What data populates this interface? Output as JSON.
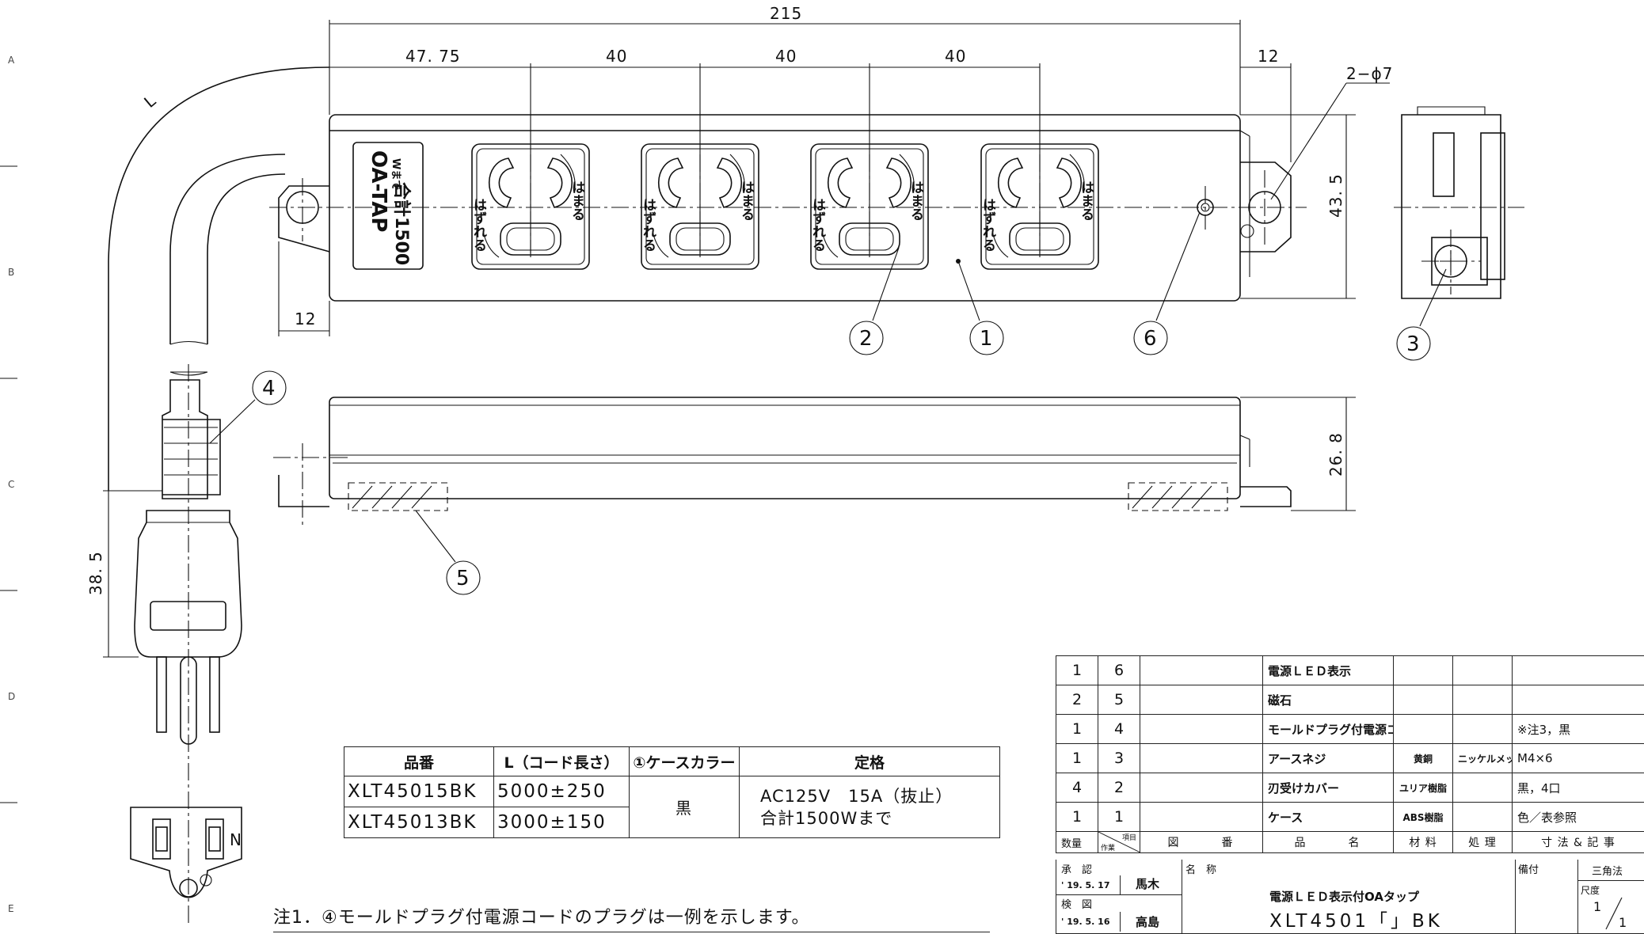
{
  "margin_labels": [
    "A",
    "B",
    "C",
    "D",
    "E"
  ],
  "dimensions": {
    "overall_length": "215",
    "first_pitch": "47. 75",
    "pitch_1": "40",
    "pitch_2": "40",
    "pitch_3": "40",
    "mount_offset": "12",
    "left_offset": "12",
    "hole_spec": "2−ϕ7",
    "height": "43. 5",
    "side_height": "26. 8",
    "plug_length": "38. 5",
    "cord_label": "L"
  },
  "product_label": {
    "brand": "OA-TAP",
    "rating": "合計1500",
    "suffix": "Wまで"
  },
  "outlet_text": {
    "left": "はずれる",
    "right": "はまる"
  },
  "plug_text": {
    "neutral": "N"
  },
  "balloons": [
    "1",
    "2",
    "3",
    "4",
    "5",
    "6"
  ],
  "spec_table": {
    "headers": [
      "品番",
      "L（コード長さ）",
      "①ケースカラー",
      "定格"
    ],
    "rows": [
      {
        "part": "XLT45015BK",
        "length": "5000±250"
      },
      {
        "part": "XLT45013BK",
        "length": "3000±150"
      }
    ],
    "color": "黒",
    "rating_line1": "AC125V　15A（抜止）",
    "rating_line2": "合計1500Wまで"
  },
  "note": "注1．④モールドプラグ付電源コードのプラグは一例を示します。",
  "bom": {
    "rows": [
      {
        "qty": "1",
        "no": "6",
        "name": "電源ＬＥＤ表示",
        "material": "",
        "finish": "",
        "remarks": ""
      },
      {
        "qty": "2",
        "no": "5",
        "name": "磁石",
        "material": "",
        "finish": "",
        "remarks": ""
      },
      {
        "qty": "1",
        "no": "4",
        "name": "モールドプラグ付電源コード",
        "material": "",
        "finish": "",
        "remarks": "※注3，黒"
      },
      {
        "qty": "1",
        "no": "3",
        "name": "アースネジ",
        "material": "黄銅",
        "finish": "ニッケルメッキ",
        "remarks": "M4×6"
      },
      {
        "qty": "4",
        "no": "2",
        "name": "刃受けカバー",
        "material": "ユリア樹脂",
        "finish": "",
        "remarks": "黒，4口"
      },
      {
        "qty": "1",
        "no": "1",
        "name": "ケース",
        "material": "ABS樹脂",
        "finish": "",
        "remarks": "色／表参照"
      }
    ],
    "header": {
      "qty": "数量",
      "item": "項目",
      "work": "作業",
      "drawing_no": "図　　　番",
      "name": "品　　　名",
      "material": "材 料",
      "finish": "処 理",
      "remarks": "寸 法 & 記 事"
    }
  },
  "title_block": {
    "approve_label": "承　認",
    "approve_date": "' 19. 5. 17",
    "approve_name": "馬木",
    "check_label": "検　図",
    "check_date": "' 19. 5. 16",
    "check_name": "高島",
    "name_label": "名　称",
    "product_name": "電源ＬＥＤ表示付OAタップ",
    "model": "XLT4501「」BK",
    "notes_label": "備付",
    "projection": "三角法",
    "scale_label": "尺度",
    "scale_num": "1",
    "scale_den": "1"
  }
}
